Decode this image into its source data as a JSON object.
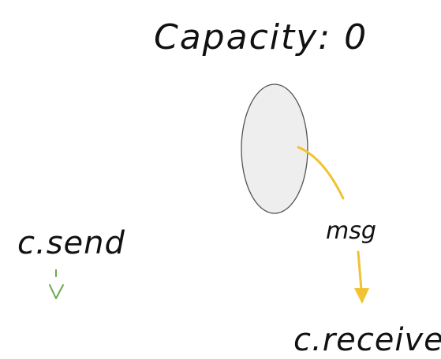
{
  "diagram": {
    "title": "Capacity: 0",
    "labels": {
      "send": "c.send",
      "receive": "c.receive",
      "message": "msg"
    },
    "colors": {
      "send_arrow": "#6aa84f",
      "message_arrow": "#f1c232",
      "channel_fill": "#eeeeee",
      "channel_stroke": "#555555",
      "text": "#111111"
    }
  }
}
